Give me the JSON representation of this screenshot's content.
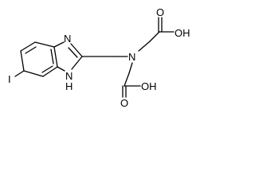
{
  "molecule": {
    "atoms": {
      "iodine": "I",
      "imidazole_n_top": "N",
      "imidazole_nh": "N",
      "imidazole_h": "H",
      "amine_n": "N",
      "acid1_oh": "OH",
      "acid1_o": "O",
      "acid2_oh": "OH",
      "acid2_o": "O"
    },
    "colors": {
      "bond": "#000000",
      "label": "#000000",
      "background": "#ffffff"
    }
  }
}
